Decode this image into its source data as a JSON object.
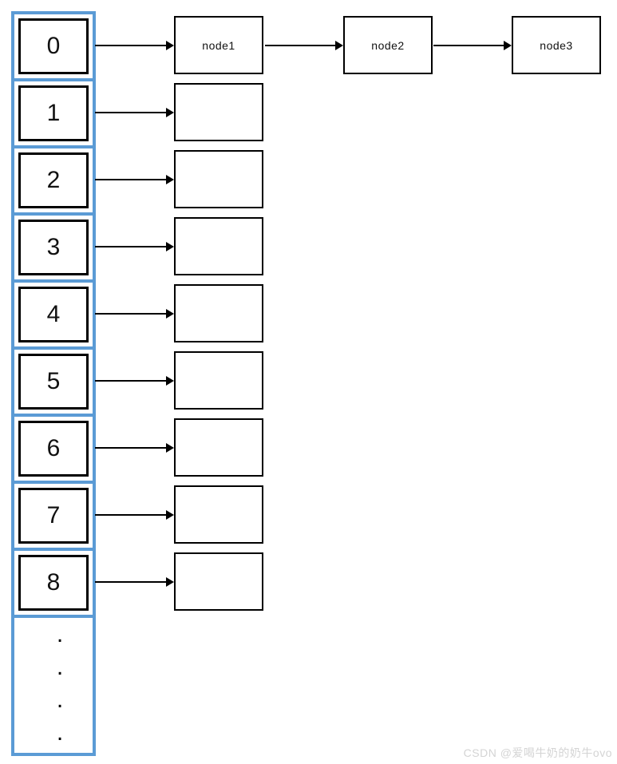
{
  "theme": {
    "accent-blue": "#5B9BD5",
    "line-color": "#000000",
    "watermark-color": "#d4d4d4",
    "background": "#ffffff"
  },
  "array": {
    "cells": [
      {
        "label": "0"
      },
      {
        "label": "1"
      },
      {
        "label": "2"
      },
      {
        "label": "3"
      },
      {
        "label": "4"
      },
      {
        "label": "5"
      },
      {
        "label": "6"
      },
      {
        "label": "7"
      },
      {
        "label": "8"
      }
    ],
    "ellipsis_dots": [
      ".",
      ".",
      ".",
      "."
    ]
  },
  "rows": [
    {
      "node_label": "node1"
    },
    {
      "node_label": ""
    },
    {
      "node_label": ""
    },
    {
      "node_label": ""
    },
    {
      "node_label": ""
    },
    {
      "node_label": ""
    },
    {
      "node_label": ""
    },
    {
      "node_label": ""
    },
    {
      "node_label": ""
    }
  ],
  "chain": {
    "links": [
      {
        "label": "node2"
      },
      {
        "label": "node3"
      }
    ]
  },
  "watermark": {
    "text": "CSDN @爱喝牛奶的奶牛ovo"
  }
}
